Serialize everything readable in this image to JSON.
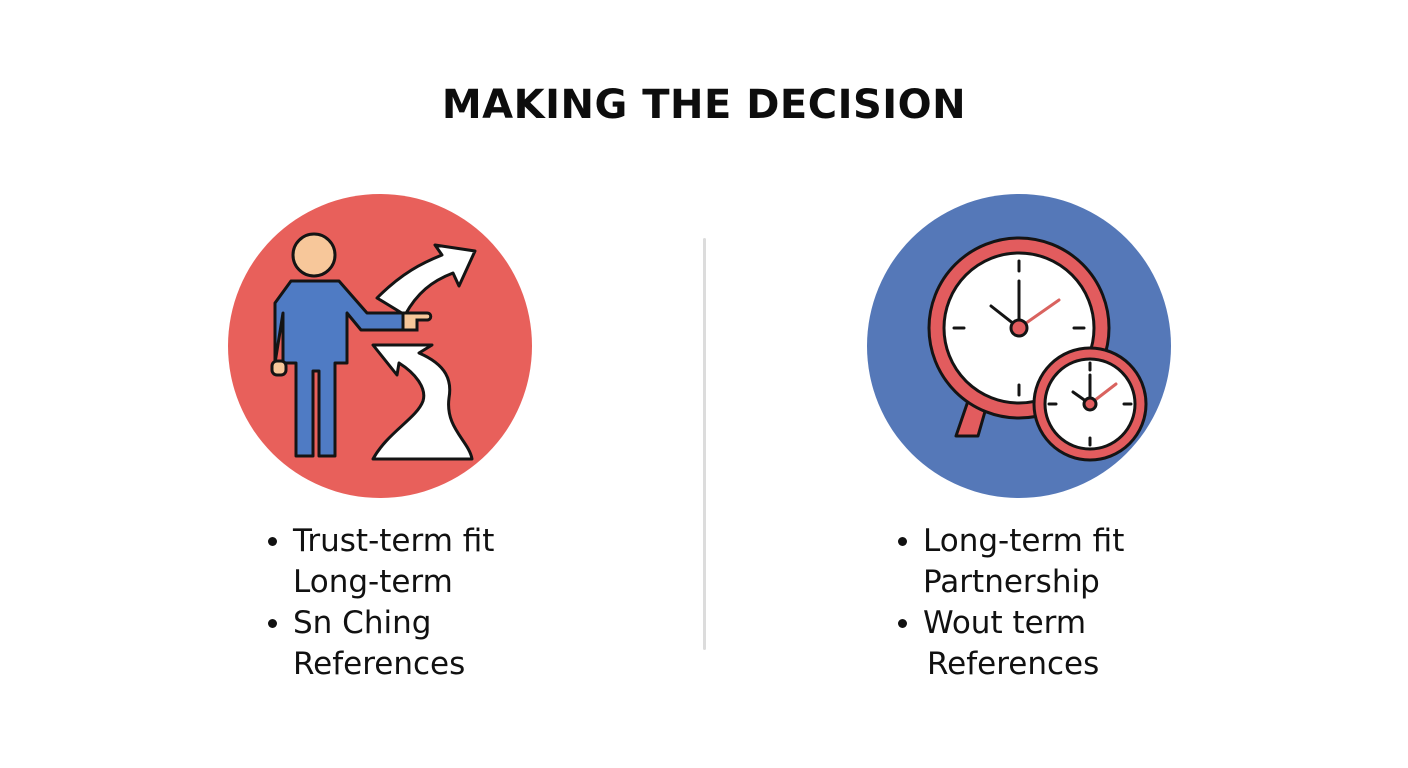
{
  "title": "MAKING THE DECISION",
  "colors": {
    "left_circle": "#E8605B",
    "right_circle": "#5578B8",
    "figure_body": "#4F7BC4",
    "skin": "#F7C79A",
    "clock_ring": "#E25C5E",
    "outline": "#141414"
  },
  "left": {
    "icon": "person-choosing-path-icon",
    "bullets": [
      {
        "line1": "Trust-term fit",
        "line2": "Long-term"
      },
      {
        "line1": "Sn Ching",
        "line2": "References"
      }
    ]
  },
  "right": {
    "icon": "clocks-icon",
    "bullets": [
      {
        "line1": "Long-term fit",
        "line2": "Partnership"
      },
      {
        "line1": "Wout term",
        "line2": "References"
      }
    ]
  }
}
